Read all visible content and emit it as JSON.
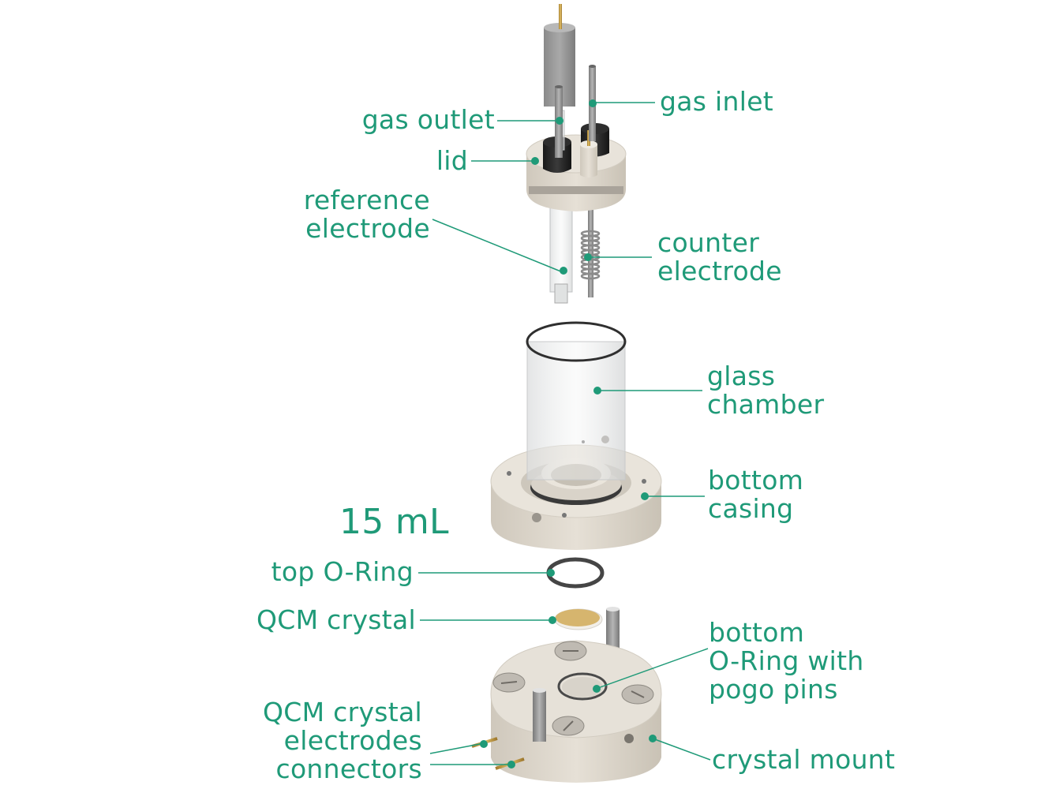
{
  "accent_color": "#1f9a78",
  "labels": {
    "gas_outlet": "gas outlet",
    "gas_inlet": "gas inlet",
    "lid": "lid",
    "reference_electrode_1": "reference",
    "reference_electrode_2": "electrode",
    "counter_electrode_1": "counter",
    "counter_electrode_2": "electrode",
    "glass_chamber_1": "glass",
    "glass_chamber_2": "chamber",
    "bottom_casing_1": "bottom",
    "bottom_casing_2": "casing",
    "volume": "15 mL",
    "top_o_ring": "top O-Ring",
    "qcm_crystal": "QCM crystal",
    "bottom_o_ring_1": "bottom",
    "bottom_o_ring_2": "O-Ring with",
    "bottom_o_ring_3": "pogo pins",
    "connectors_1": "QCM crystal",
    "connectors_2": "electrodes",
    "connectors_3": "connectors",
    "crystal_mount": "crystal mount"
  }
}
